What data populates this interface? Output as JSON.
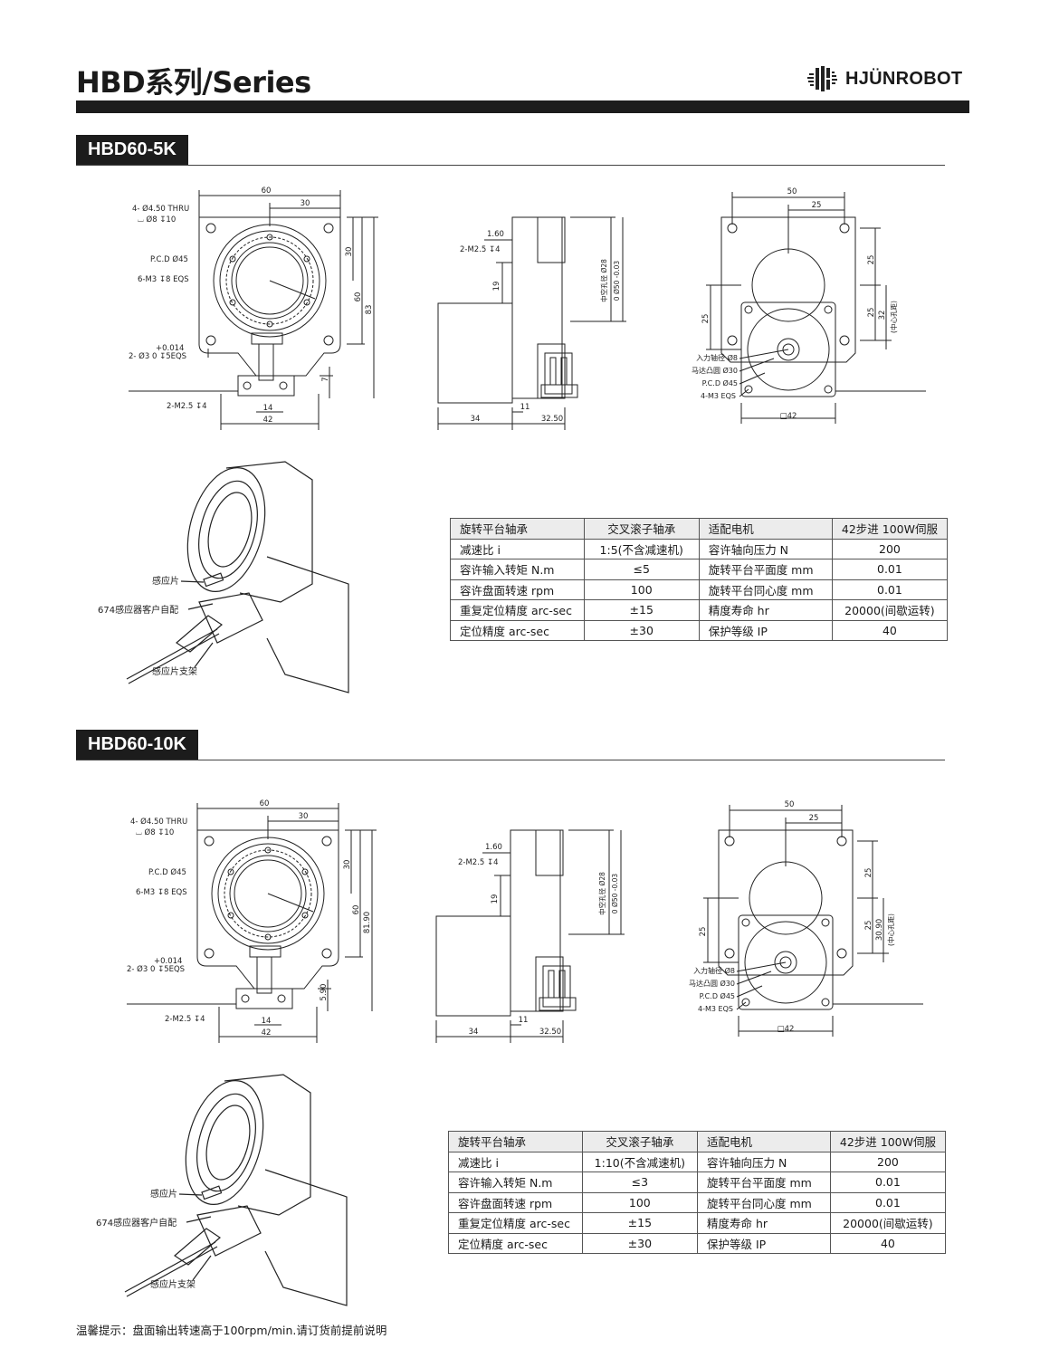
{
  "header": {
    "title": "HBD系列/Series",
    "brand": "HJÜNROBOT"
  },
  "sections": [
    {
      "tab": "HBD60-5K",
      "front": {
        "width": "60",
        "half": "30",
        "h30": "30",
        "h60": "60",
        "total_height": "83",
        "h_small": "7",
        "holes": "4- Ø4.50 THRU",
        "cbore": "⌴ Ø8 ↧10",
        "pcd": "P.C.D Ø45",
        "taps": "6-M3 ↧8 EQS",
        "tol": "+0.014",
        "pin": "2- Ø3   0       ↧5EQS",
        "bottom_tap": "2-M2.5 ↧4",
        "w14": "14",
        "w42": "42"
      },
      "side": {
        "d160": "1.60",
        "tap": "2-M2.5 ↧4",
        "d19": "19",
        "bore": "中空孔径 Ø28",
        "dia": "0\nØ50 -0.03",
        "w34": "34",
        "w11": "11",
        "w3250": "32.50"
      },
      "back": {
        "w50": "50",
        "w25": "25",
        "h25a": "25",
        "h25b": "25",
        "h25c": "25",
        "center": "32",
        "center_label": "(中心孔距)",
        "shaft": "入力轴径 Ø8",
        "boss": "马达凸圆 Ø30",
        "pcd": "P.C.D Ø45",
        "taps": "4-M3 EQS",
        "square": "□42"
      },
      "iso": {
        "sensor": "感应片",
        "client": "674感应器客户自配",
        "bracket": "感应片支架"
      },
      "table": [
        [
          "旋转平台轴承",
          "交叉滚子轴承",
          "适配电机",
          "42步进 100W伺服"
        ],
        [
          "减速比 i",
          "1:5(不含减速机)",
          "容许轴向压力 N",
          "200"
        ],
        [
          "容许输入转矩 N.m",
          "≤5",
          "旋转平台平面度 mm",
          "0.01"
        ],
        [
          "容许盘面转速 rpm",
          "100",
          "旋转平台同心度 mm",
          "0.01"
        ],
        [
          "重复定位精度 arc-sec",
          "±15",
          "精度寿命 hr",
          "20000(间歇运转)"
        ],
        [
          "定位精度 arc-sec",
          "±30",
          "保护等级 IP",
          "40"
        ]
      ]
    },
    {
      "tab": "HBD60-10K",
      "front": {
        "width": "60",
        "half": "30",
        "h30": "30",
        "h60": "60",
        "total_height": "81.90",
        "h_small": "5.90",
        "holes": "4- Ø4.50 THRU",
        "cbore": "⌴ Ø8 ↧10",
        "pcd": "P.C.D Ø45",
        "taps": "6-M3 ↧8 EQS",
        "tol": "+0.014",
        "pin": "2- Ø3   0       ↧5EQS",
        "bottom_tap": "2-M2.5 ↧4",
        "w14": "14",
        "w42": "42"
      },
      "side": {
        "d160": "1.60",
        "tap": "2-M2.5 ↧4",
        "d19": "19",
        "bore": "中空孔径 Ø28",
        "dia": "0\nØ50 -0.03",
        "w34": "34",
        "w11": "11",
        "w3250": "32.50"
      },
      "back": {
        "w50": "50",
        "w25": "25",
        "h25a": "25",
        "h25b": "25",
        "h25c": "25",
        "center": "30.90",
        "center_label": "(中心孔距)",
        "shaft": "入力轴径 Ø8",
        "boss": "马达凸圆 Ø30",
        "pcd": "P.C.D Ø45",
        "taps": "4-M3 EQS",
        "square": "□42"
      },
      "iso": {
        "sensor": "感应片",
        "client": "674感应器客户自配",
        "bracket": "感应片支架"
      },
      "table": [
        [
          "旋转平台轴承",
          "交叉滚子轴承",
          "适配电机",
          "42步进 100W伺服"
        ],
        [
          "减速比 i",
          "1:10(不含减速机)",
          "容许轴向压力 N",
          "200"
        ],
        [
          "容许输入转矩 N.m",
          "≤3",
          "旋转平台平面度 mm",
          "0.01"
        ],
        [
          "容许盘面转速 rpm",
          "100",
          "旋转平台同心度 mm",
          "0.01"
        ],
        [
          "重复定位精度 arc-sec",
          "±15",
          "精度寿命 hr",
          "20000(间歇运转)"
        ],
        [
          "定位精度 arc-sec",
          "±30",
          "保护等级 IP",
          "40"
        ]
      ]
    }
  ],
  "footer": {
    "note": "温馨提示：盘面输出转速高于100rpm/min.请订货前提前说明"
  }
}
